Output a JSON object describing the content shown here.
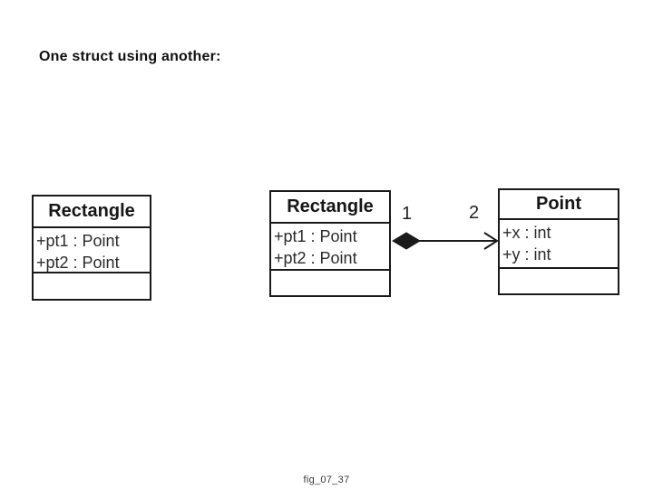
{
  "page": {
    "title": "One struct using another:",
    "caption": "fig_07_37"
  },
  "diagram": {
    "standalone_class": {
      "name": "Rectangle",
      "attributes": [
        "+pt1 : Point",
        "+pt2 : Point"
      ]
    },
    "source_class": {
      "name": "Rectangle",
      "attributes": [
        "+pt1 : Point",
        "+pt2 : Point"
      ]
    },
    "target_class": {
      "name": "Point",
      "attributes": [
        "+x : int",
        "+y : int"
      ]
    },
    "association": {
      "type": "composition",
      "from_multiplicity": "1",
      "to_multiplicity": "2"
    }
  },
  "colors": {
    "background": "#ffffff",
    "line": "#1a1a1a",
    "title_text": "#111111",
    "attr_text": "#2b2b2b"
  }
}
